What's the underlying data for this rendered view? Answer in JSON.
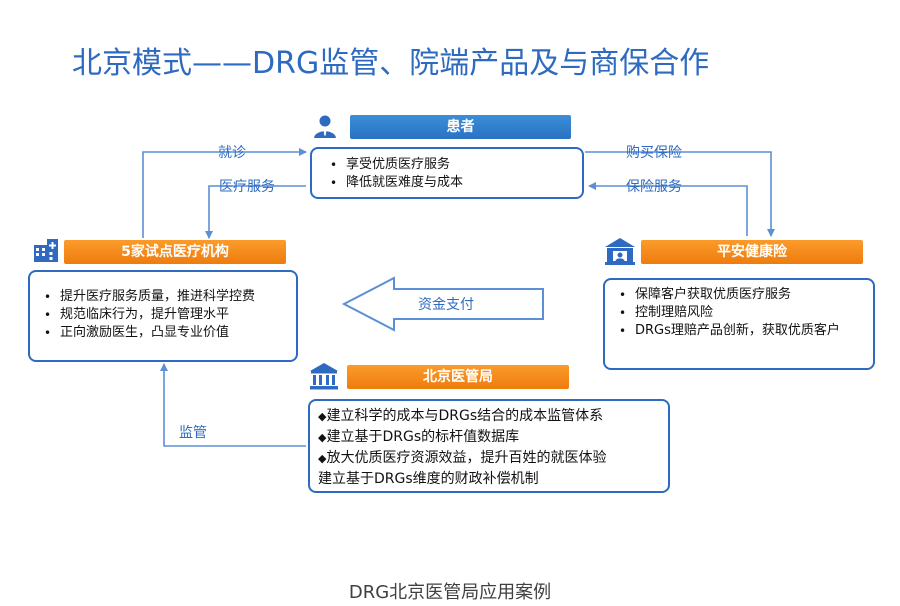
{
  "title": "北京模式——DRG监管、院端产品及与商保合作",
  "caption": "DRG北京医管局应用案例",
  "colors": {
    "blue": "#2e6bc0",
    "orange": "#f08a1c",
    "arrow": "#5b8fd6"
  },
  "patient": {
    "header": "患者",
    "items": [
      "享受优质医疗服务",
      "降低就医难度与成本"
    ]
  },
  "hospitals": {
    "header": "5家试点医疗机构",
    "items": [
      "提升医疗服务质量，推进科学控费",
      "规范临床行为，提升管理水平",
      "正向激励医生，凸显专业价值"
    ]
  },
  "insurer": {
    "header": "平安健康险",
    "items": [
      "保障客户获取优质医疗服务",
      "控制理赔风险",
      "DRGs理赔产品创新，获取优质客户"
    ]
  },
  "bureau": {
    "header": "北京医管局",
    "items": [
      "建立科学的成本与DRGs结合的成本监管体系",
      "建立基于DRGs的标杆值数据库",
      "放大优质医疗资源效益，提升百姓的就医体验",
      "建立基于DRGs维度的财政补偿机制"
    ]
  },
  "arrows": {
    "visit": "就诊",
    "medical_service": "医疗服务",
    "buy_insurance": "购买保险",
    "insurance_service": "保险服务",
    "payment": "资金支付",
    "supervision": "监管"
  },
  "icons": {
    "patient": "person-icon",
    "hospital": "hospital-icon",
    "insurer": "insurer-building-icon",
    "bureau": "government-building-icon"
  }
}
